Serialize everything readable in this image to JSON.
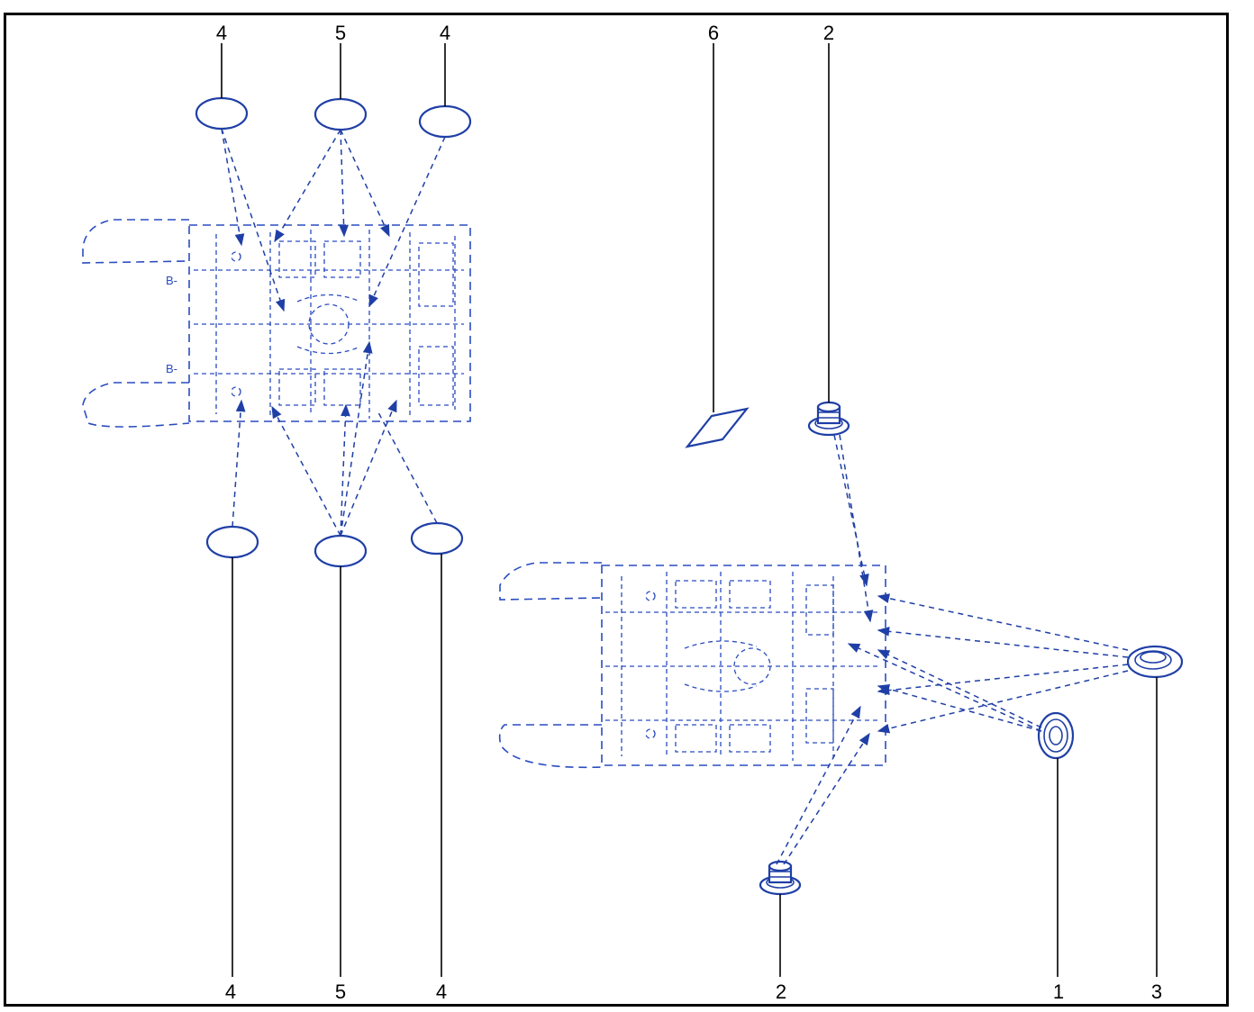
{
  "callouts": {
    "top_4_left": "4",
    "top_5": "5",
    "top_4_right": "4",
    "top_6": "6",
    "top_2": "2",
    "bottom_4_left": "4",
    "bottom_5": "5",
    "bottom_4_right": "4",
    "bottom_2": "2",
    "bottom_1": "1",
    "bottom_3": "3"
  },
  "colors": {
    "line_art": "#1f3fa6",
    "frame": "#000000"
  }
}
